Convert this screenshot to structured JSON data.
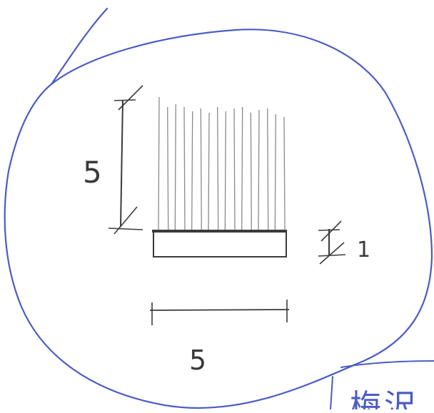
{
  "sketch": {
    "height_label": "5",
    "base_thickness_label": "1",
    "width_label": "5",
    "corner_text": "梅沢"
  },
  "colors": {
    "ink": "#3a3a3a",
    "fin_ink": "#8a8a8a",
    "outline": "#4b5cc4",
    "background": "#ffffff"
  },
  "diagram": {
    "fin_count": 16
  }
}
